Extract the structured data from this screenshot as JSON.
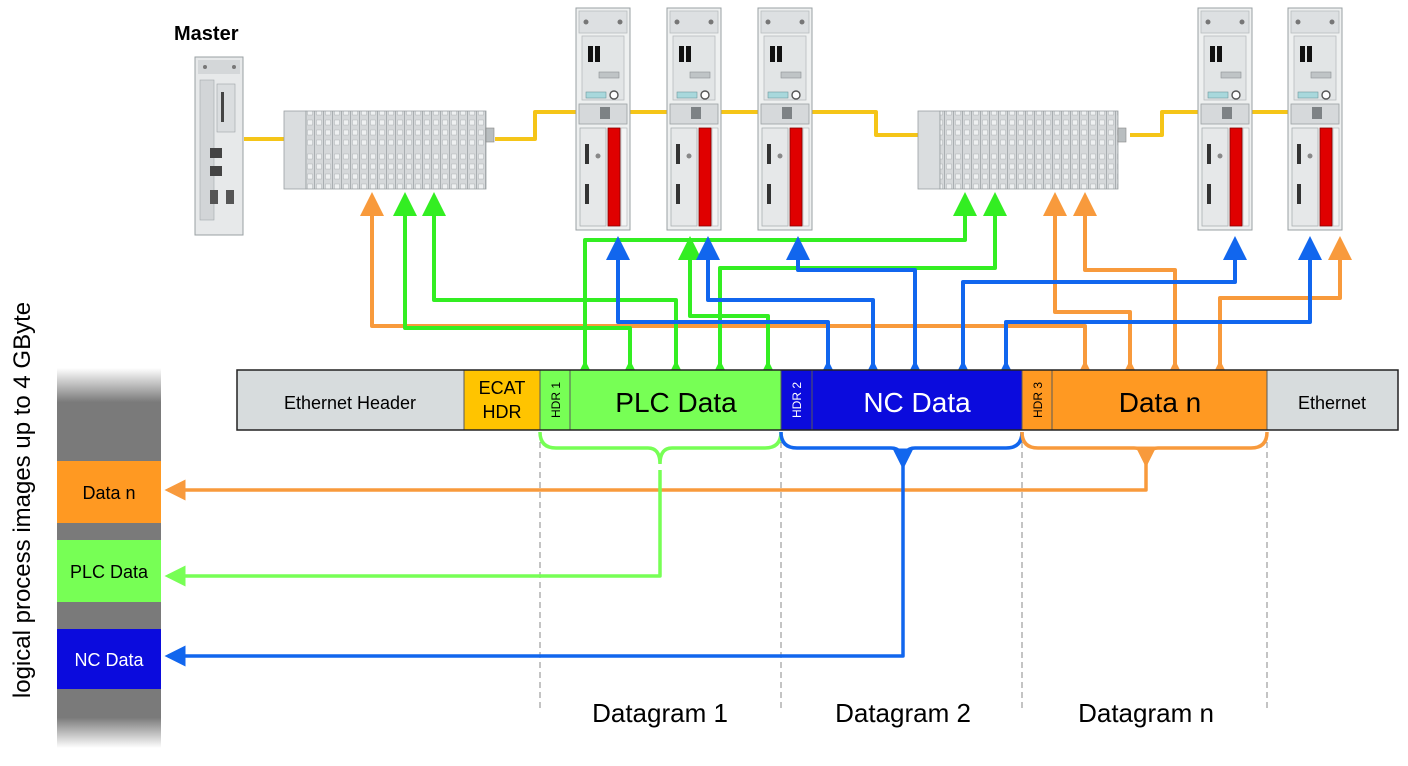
{
  "master_label": "Master",
  "side_label": "logical process images up to  4 GByte",
  "frame": {
    "ethernet_header": "Ethernet Header",
    "ecat_hdr_line1": "ECAT",
    "ecat_hdr_line2": "HDR",
    "hdr1": "HDR 1",
    "plc_data": "PLC Data",
    "hdr2": "HDR 2",
    "nc_data": "NC Data",
    "hdr3": "HDR 3",
    "data_n": "Data n",
    "ethernet_trailer": "Ethernet"
  },
  "process_images": [
    {
      "label": "Data n"
    },
    {
      "label": "PLC Data"
    },
    {
      "label": "NC Data"
    }
  ],
  "datagrams": [
    "Datagram 1",
    "Datagram 2",
    "Datagram n"
  ],
  "colors": {
    "green": "#33ee22",
    "light_green": "#77ff55",
    "blue": "#1166ee",
    "nc_blue": "#0b0bdd",
    "orange": "#f89a3c",
    "orange_fill": "#ff9922",
    "ecat_yellow": "#ffc400",
    "cable_yellow": "#f5c518",
    "gray_cell": "#d7dcdd"
  }
}
